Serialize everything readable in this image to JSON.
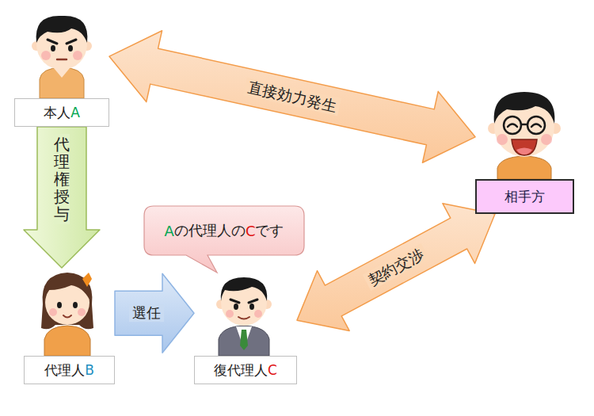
{
  "diagram": {
    "nodes": [
      {
        "text": [
          "本人A"
        ]
      },
      {
        "text": [
          "相手方"
        ]
      },
      {
        "text": [
          "Aの代理人のCです"
        ]
      },
      {
        "text": [
          "代理人B"
        ]
      },
      {
        "text": [
          "復代理人C"
        ]
      }
    ],
    "edges": [
      {
        "from": 0,
        "to": 1,
        "arrow": "both",
        "label": "直接効力発生"
      },
      {
        "from": 0,
        "to": 3,
        "arrow": "to",
        "label": "代理権授与"
      },
      {
        "from": 3,
        "to": 4,
        "arrow": "to",
        "label": "選任"
      },
      {
        "from": 4,
        "to": 1,
        "arrow": "both",
        "label": "契約交渉"
      }
    ]
  }
}
